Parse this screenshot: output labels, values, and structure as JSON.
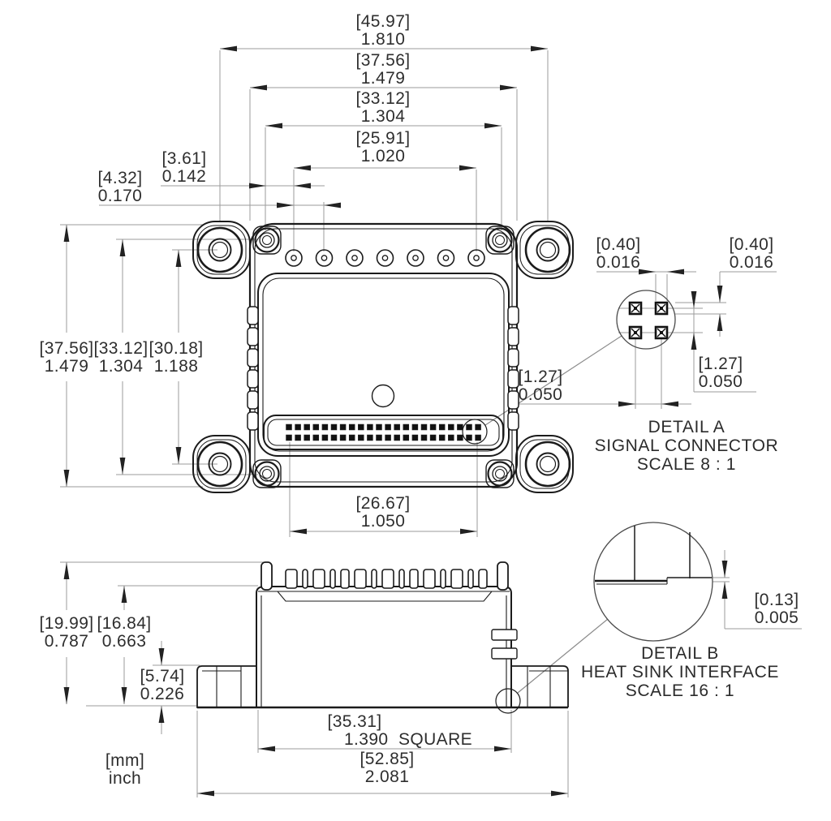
{
  "drawing": {
    "type": "dimensioned engineering drawing",
    "views": [
      "top view",
      "side view",
      "DETAIL A",
      "DETAIL B"
    ]
  },
  "dims": {
    "ear_span_h": {
      "mm": "[45.97]",
      "inch": "1.810"
    },
    "body_width": {
      "mm": "[37.56]",
      "inch": "1.479"
    },
    "boss_span_h": {
      "mm": "[33.12]",
      "inch": "1.304"
    },
    "terminal_span": {
      "mm": "[25.91]",
      "inch": "1.020"
    },
    "boss_to_hole": {
      "mm": "[3.61]",
      "inch": "0.142"
    },
    "hole_pitch": {
      "mm": "[4.32]",
      "inch": "0.170"
    },
    "body_height": {
      "mm": "[37.56]",
      "inch": "1.479"
    },
    "boss_span_v": {
      "mm": "[33.12]",
      "inch": "1.304"
    },
    "ear_span_v": {
      "mm": "[30.18]",
      "inch": "1.188"
    },
    "connector_span": {
      "mm": "[26.67]",
      "inch": "1.050"
    },
    "overall_height": {
      "mm": "[19.99]",
      "inch": "0.787"
    },
    "body_top_height": {
      "mm": "[16.84]",
      "inch": "0.663"
    },
    "flange_height": {
      "mm": "[5.74]",
      "inch": "0.226"
    },
    "base_width": {
      "mm": "[35.31]",
      "inch": "1.390  SQUARE"
    },
    "overall_width": {
      "mm": "[52.85]",
      "inch": "2.081"
    },
    "a_pin_width": {
      "mm": "[0.40]",
      "inch": "0.016"
    },
    "a_pin_height": {
      "mm": "[0.40]",
      "inch": "0.016"
    },
    "a_pitch_vertical": {
      "mm": "[1.27]",
      "inch": "0.050"
    },
    "a_pitch_horizontal": {
      "mm": "[1.27]",
      "inch": "0.050"
    },
    "b_gap": {
      "mm": "[0.13]",
      "inch": "0.005"
    }
  },
  "details": {
    "a": {
      "title": "DETAIL A",
      "subtitle": "SIGNAL CONNECTOR",
      "scale": "SCALE 8 : 1"
    },
    "b": {
      "title": "DETAIL B",
      "subtitle": "HEAT SINK INTERFACE",
      "scale": "SCALE 16 : 1"
    }
  },
  "units_note": {
    "mm": "[mm]",
    "inch": "inch"
  },
  "colors": {
    "line": "#1b1b1b",
    "dim_line": "#9b9b9b",
    "arrow": "#222222",
    "text": "#2e2e2e",
    "background": "#ffffff"
  }
}
